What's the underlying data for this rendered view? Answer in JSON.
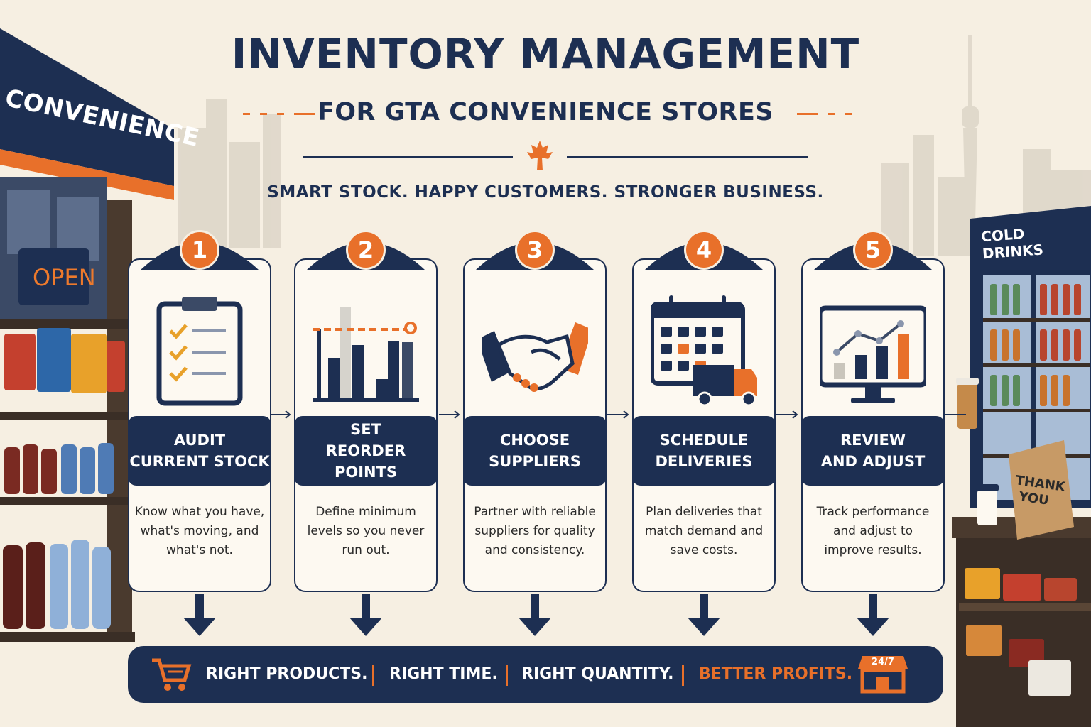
{
  "header": {
    "title": "INVENTORY MANAGEMENT",
    "subtitle": "FOR GTA CONVENIENCE STORES",
    "tagline": "SMART STOCK. HAPPY CUSTOMERS. STRONGER BUSINESS."
  },
  "scene": {
    "store_sign": "CONVENIENCE",
    "open_sign": "OPEN",
    "fridge_sign": "COLD DRINKS",
    "bag_text": "THANK YOU",
    "counter_badge": "24/7"
  },
  "steps": [
    {
      "number": "1",
      "title_line1": "AUDIT",
      "title_line2": "CURRENT STOCK",
      "description": "Know what you have, what's moving, and what's not.",
      "icon": "clipboard-checklist-icon"
    },
    {
      "number": "2",
      "title_line1": "SET",
      "title_line2": "REORDER POINTS",
      "description": "Define minimum levels so you never run out.",
      "icon": "bar-chart-threshold-icon"
    },
    {
      "number": "3",
      "title_line1": "CHOOSE",
      "title_line2": "SUPPLIERS",
      "description": "Partner with reliable suppliers for quality and consistency.",
      "icon": "handshake-icon"
    },
    {
      "number": "4",
      "title_line1": "SCHEDULE",
      "title_line2": "DELIVERIES",
      "description": "Plan deliveries that match demand and save costs.",
      "icon": "calendar-truck-icon"
    },
    {
      "number": "5",
      "title_line1": "REVIEW",
      "title_line2": "AND ADJUST",
      "description": "Track performance and adjust to improve results.",
      "icon": "monitor-chart-icon"
    }
  ],
  "footer": {
    "item1": "RIGHT PRODUCTS.",
    "item2": "RIGHT TIME.",
    "item3": "RIGHT QUANTITY.",
    "item4": "BETTER PROFITS.",
    "left_icon": "shopping-cart-icon",
    "right_icon": "store-24-7-icon"
  },
  "colors": {
    "navy": "#1d2f52",
    "orange": "#e8702a",
    "cream": "#f6efe2"
  }
}
